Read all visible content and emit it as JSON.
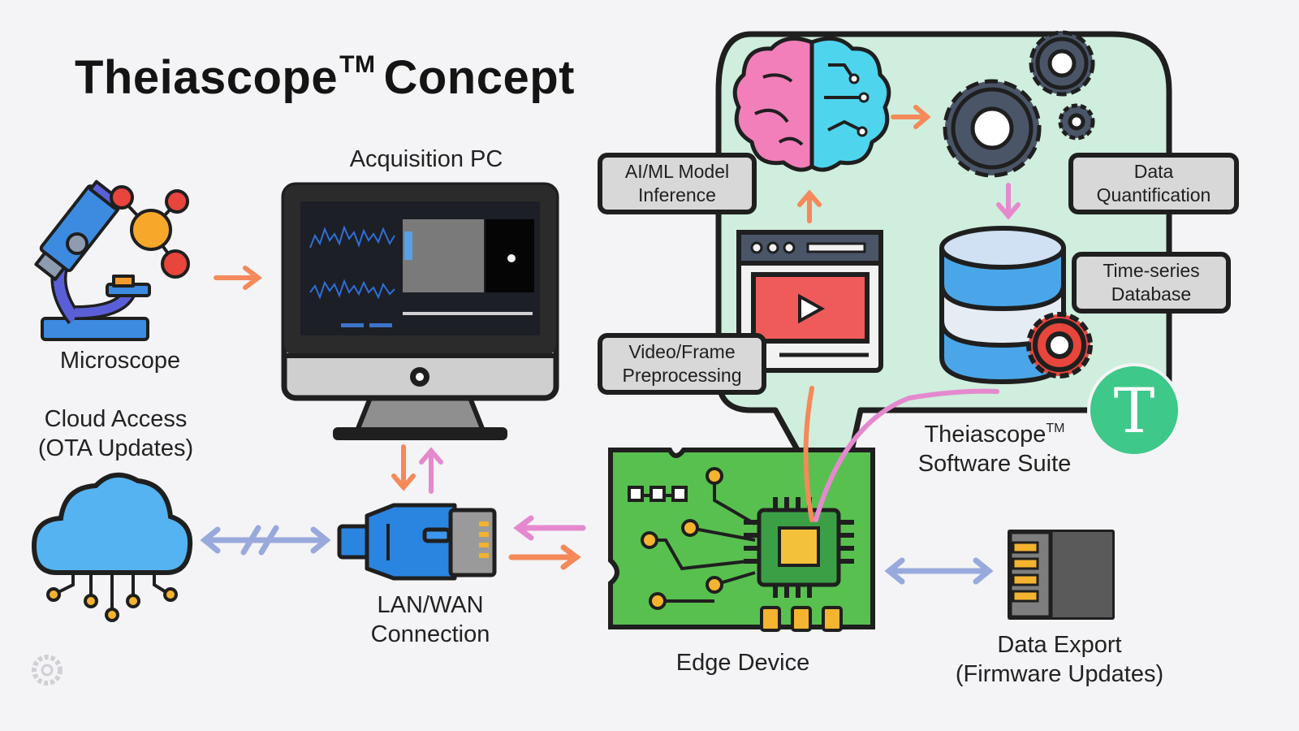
{
  "title": {
    "main": "Theiascope",
    "tm": "TM",
    "rest": "Concept"
  },
  "nodes": {
    "microscope": {
      "label": "Microscope"
    },
    "acquisition_pc": {
      "label": "Acquisition PC"
    },
    "cloud": {
      "line1": "Cloud Access",
      "line2": "(OTA Updates)"
    },
    "lan": {
      "line1": "LAN/WAN",
      "line2": "Connection"
    },
    "edge": {
      "label": "Edge Device"
    },
    "export": {
      "line1": "Data Export",
      "line2": "(Firmware Updates)"
    },
    "suite": {
      "line1_main": "Theiascope",
      "line1_tm": "TM",
      "line2": "Software Suite",
      "logo_letter": "T"
    }
  },
  "callouts": {
    "ai": {
      "line1": "AI/ML Model",
      "line2": "Inference"
    },
    "quant": {
      "line1": "Data",
      "line2": "Quantification"
    },
    "tsdb": {
      "line1": "Time-series",
      "line2": "Database"
    },
    "video": {
      "line1": "Video/Frame",
      "line2": "Preprocessing"
    }
  },
  "colors": {
    "background": "#f4f4f6",
    "suite_panel": "#cfeedd",
    "outline": "#1f1f1f",
    "arrow_orange": "#f4895a",
    "arrow_pink": "#e589cf",
    "arrow_blue": "#98a9dc",
    "logo_green": "#3ec88a",
    "board_green": "#58c04f"
  },
  "icons": {
    "microscope": "microscope-icon",
    "molecule": "molecule-icon",
    "monitor": "monitor-icon",
    "cloud": "cloud-icon",
    "ethernet": "ethernet-plug-icon",
    "circuit_board": "circuit-board-icon",
    "sd_card": "sd-card-icon",
    "brain": "brain-icon",
    "gears": "gears-icon",
    "video_player": "video-player-icon",
    "database": "database-icon",
    "settings": "gear-icon"
  }
}
